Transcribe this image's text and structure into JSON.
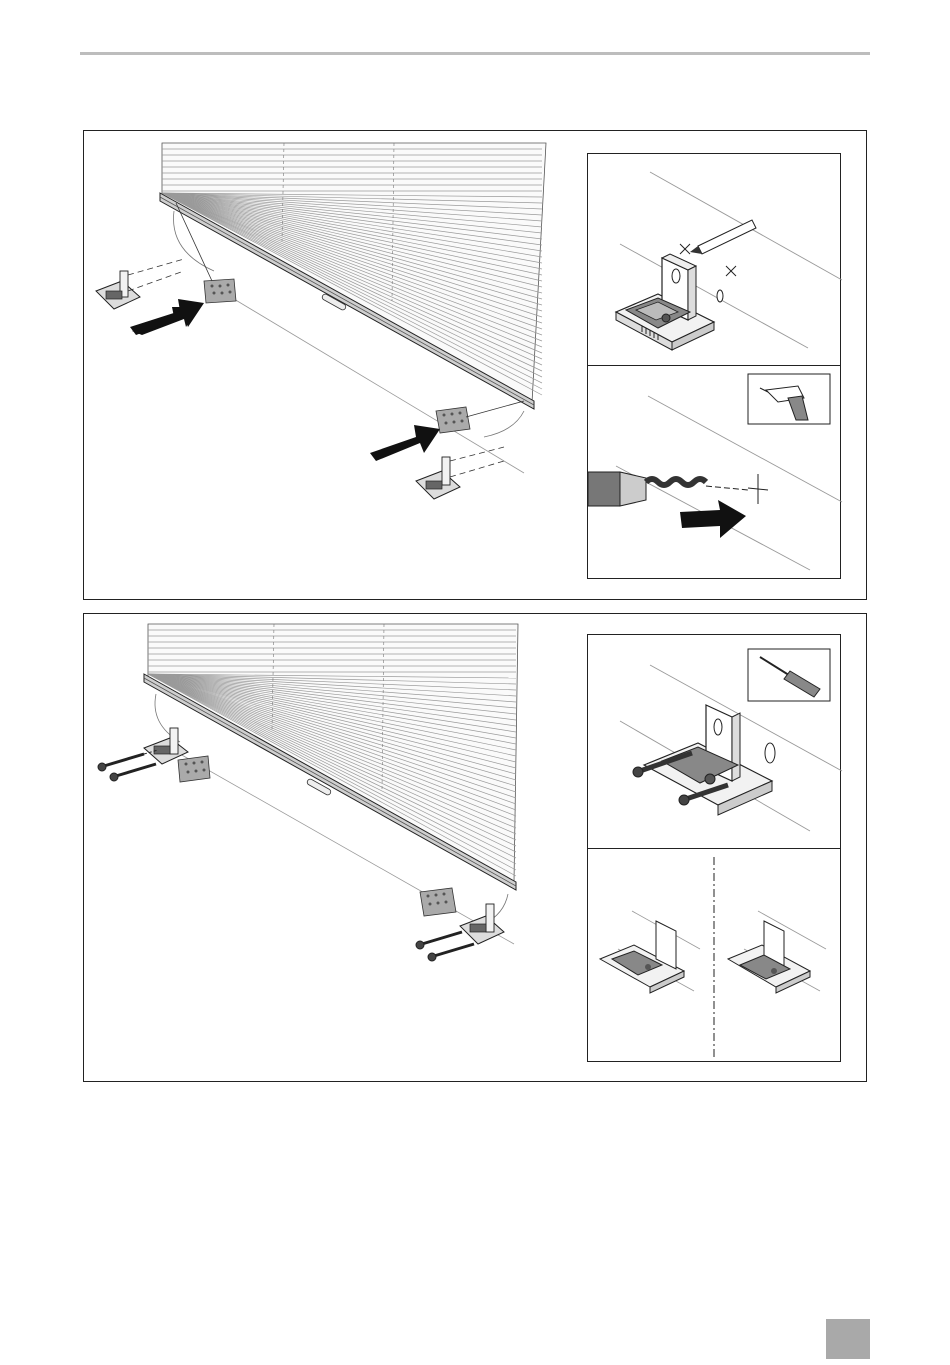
{
  "page": {
    "accent_color": "#a9a9a9",
    "rule_color": "#bdbdbd"
  },
  "figures": [
    {
      "id": "step-1",
      "description_icons": [
        "pleated-blind",
        "mounting-bracket",
        "pencil-icon",
        "drill-icon",
        "drill-bit",
        "arrow-icon"
      ]
    },
    {
      "id": "step-2",
      "description_icons": [
        "pleated-blind",
        "mounting-bracket",
        "screwdriver-icon",
        "screw-icon"
      ]
    }
  ]
}
